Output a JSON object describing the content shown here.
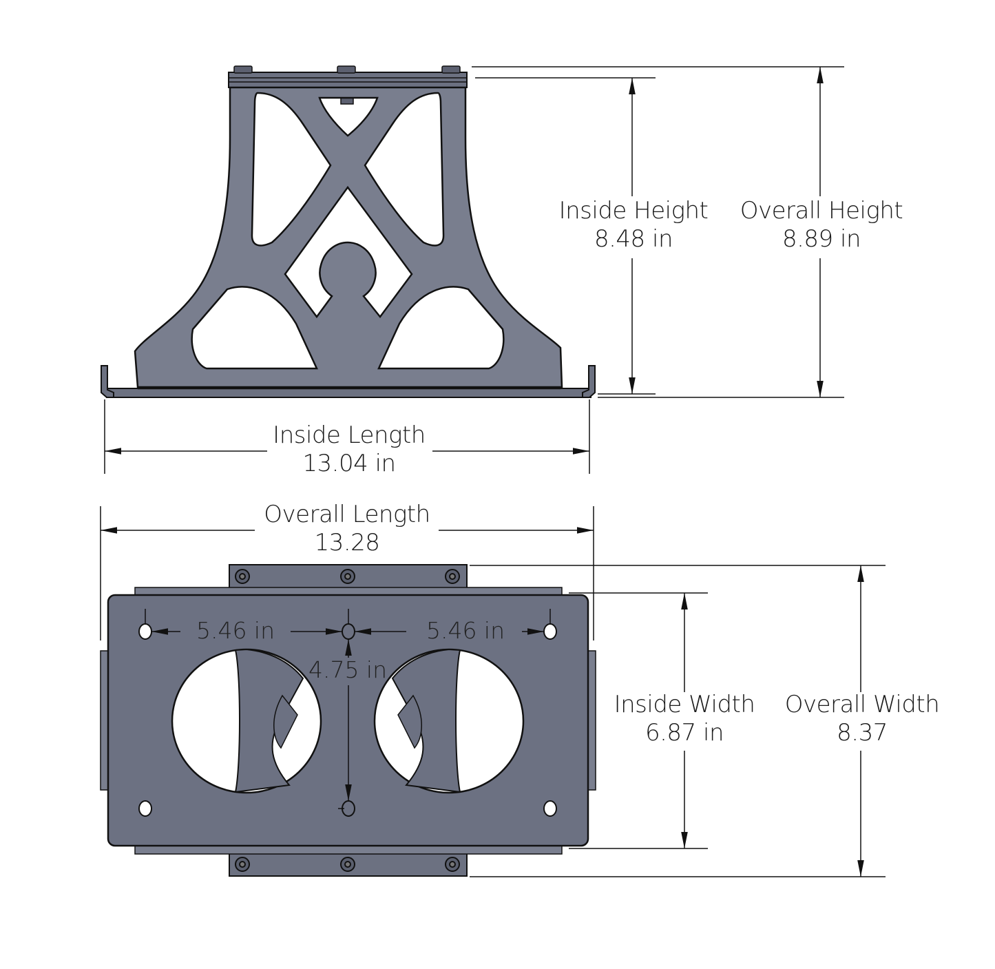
{
  "drawing": {
    "colors": {
      "metal": "#797e8e",
      "metal_dark": "#5f6474",
      "outline": "#111111",
      "background": "#ffffff"
    },
    "side_view": {
      "inside_height": {
        "label": "Inside Height",
        "value": "8.48 in"
      },
      "overall_height": {
        "label": "Overall Height",
        "value": "8.89 in"
      },
      "inside_length": {
        "label": "Inside Length",
        "value": "13.04 in"
      }
    },
    "top_view": {
      "overall_length": {
        "label": "Overall Length",
        "value": "13.28"
      },
      "hole_spacing_left": {
        "value": "5.46 in"
      },
      "hole_spacing_right": {
        "value": "5.46 in"
      },
      "hole_spacing_vertical": {
        "value": "4.75 in"
      },
      "inside_width": {
        "label": "Inside Width",
        "value": "6.87 in"
      },
      "overall_width": {
        "label": "Overall Width",
        "value": "8.37"
      }
    }
  }
}
